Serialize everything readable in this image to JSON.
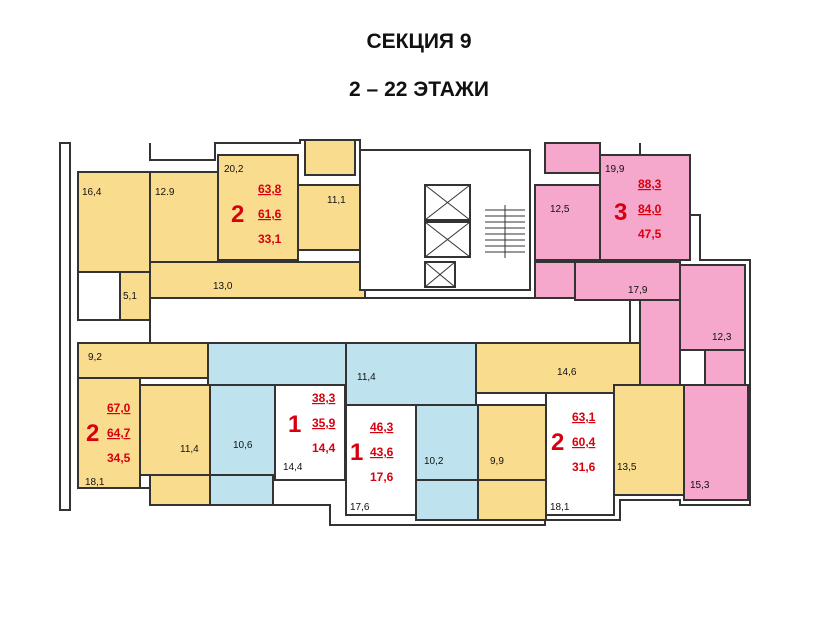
{
  "header": {
    "section": "СЕКЦИЯ 9",
    "floors": "2 – 22 ЭТАЖИ"
  },
  "colors": {
    "yellow": "#f9dc8e",
    "blue": "#bfe3ee",
    "pink": "#f5a7cc",
    "corridor": "#ffffff",
    "wall": "#333333",
    "accent": "#d8000f"
  },
  "apartments": [
    {
      "rooms": "2",
      "total": "63,8",
      "living_inc": "61,6",
      "living": "33,1",
      "color": "yellow"
    },
    {
      "rooms": "3",
      "total": "88,3",
      "living_inc": "84,0",
      "living": "47,5",
      "color": "pink"
    },
    {
      "rooms": "2",
      "total": "67,0",
      "living_inc": "64,7",
      "living": "34,5",
      "color": "yellow"
    },
    {
      "rooms": "1",
      "total": "38,3",
      "living_inc": "35,9",
      "living": "14,4",
      "color": "blue"
    },
    {
      "rooms": "1",
      "total": "46,3",
      "living_inc": "43,6",
      "living": "17,6",
      "color": "blue"
    },
    {
      "rooms": "2",
      "total": "63,1",
      "living_inc": "60,4",
      "living": "31,6",
      "color": "yellow"
    }
  ],
  "room_areas": [
    "16,4",
    "12.9",
    "20,2",
    "11,1",
    "13,0",
    "5,1",
    "12,5",
    "19,9",
    "17,9",
    "12,3",
    "9,2",
    "11,4",
    "14,6",
    "18,1",
    "11,4",
    "10,6",
    "14,4",
    "10,2",
    "9,9",
    "17,6",
    "18,1",
    "13,5",
    "15,3"
  ]
}
